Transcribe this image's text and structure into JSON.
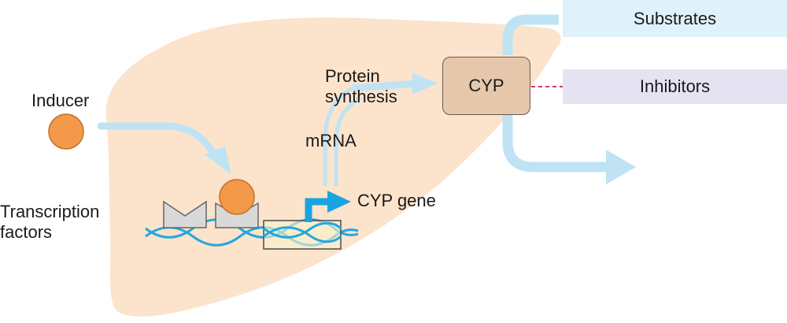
{
  "labels": {
    "inducer": "Inducer",
    "transcription_factors_line1": "Transcription",
    "transcription_factors_line2": "factors",
    "cyp_gene": "CYP gene",
    "mrna": "mRNA",
    "protein_line1": "Protein",
    "protein_line2": "synthesis",
    "cyp": "CYP",
    "substrates": "Substrates",
    "inhibitors": "Inhibitors"
  },
  "colors": {
    "liver": "#fbe3cc",
    "arrow": "#bfe3f4",
    "gene_arrow": "#1aa3e0",
    "inducer": "#f2994a",
    "cyp_box": "#e6c7ac",
    "substrates_box": "#dff1fa",
    "inhibitors_box": "#e5e3f2",
    "inhibition_line": "#d6336c",
    "dna": "#22a7e0",
    "gene_box": "#fbf3cc"
  }
}
